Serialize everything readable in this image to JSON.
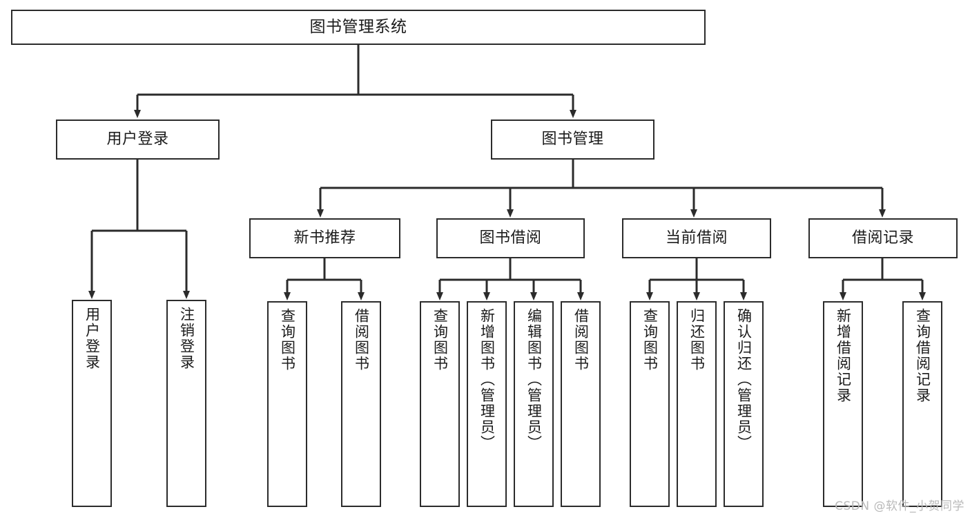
{
  "diagram": {
    "title": "图书管理系统",
    "watermark": "CSDN @软件_小贺同学",
    "line_color": "#2b2b2b",
    "box_fill": "#ffffff",
    "text_color": "#1b1b1b",
    "watermark_color": "#b9b9b9"
  },
  "nodes": {
    "root": {
      "label": "图书管理系统"
    },
    "level2": [
      {
        "label": "用户登录"
      },
      {
        "label": "图书管理"
      }
    ],
    "level3": [
      {
        "label": "新书推荐"
      },
      {
        "label": "图书借阅"
      },
      {
        "label": "当前借阅"
      },
      {
        "label": "借阅记录"
      }
    ],
    "leaves_user_login": [
      {
        "label": "用户登录"
      },
      {
        "label": "注销登录"
      }
    ],
    "leaves_new_books": [
      {
        "label": "查询图书"
      },
      {
        "label": "借阅图书"
      }
    ],
    "leaves_borrow": [
      {
        "label": "查询图书"
      },
      {
        "label": "新增图书（管理员）"
      },
      {
        "label": "编辑图书（管理员）"
      },
      {
        "label": "借阅图书"
      }
    ],
    "leaves_current": [
      {
        "label": "查询图书"
      },
      {
        "label": "归还图书"
      },
      {
        "label": "确认归还（管理员）"
      }
    ],
    "leaves_records": [
      {
        "label": "新增借阅记录"
      },
      {
        "label": "查询借阅记录"
      }
    ]
  }
}
